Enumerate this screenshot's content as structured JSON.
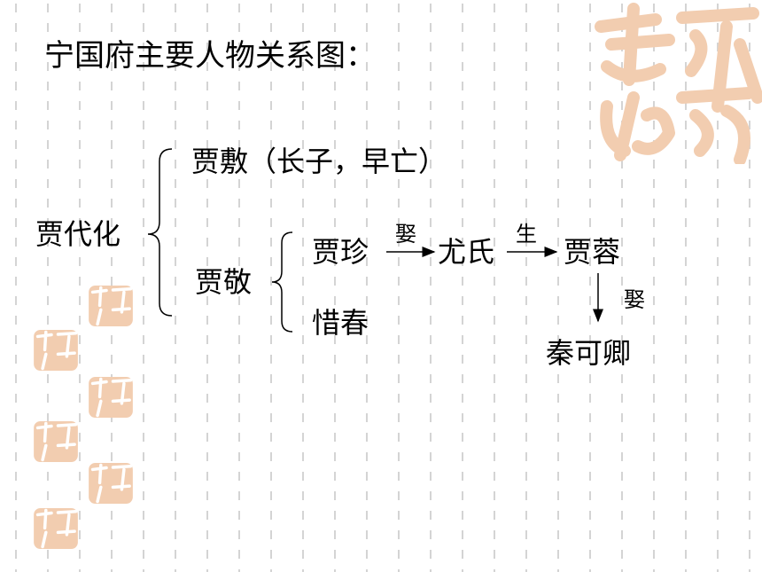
{
  "title": "宁国府主要人物关系图：",
  "nodes": {
    "jia_daihua": "贾代化",
    "jia_fu": "贾敷（长子，早亡）",
    "jia_jing": "贾敬",
    "jia_zhen": "贾珍",
    "xi_chun": "惜春",
    "you_shi": "尤氏",
    "jia_rong": "贾蓉",
    "qin_keqing": "秦可卿"
  },
  "relations": {
    "zhen_you": "娶",
    "you_rong": "生",
    "rong_qin": "娶"
  },
  "colors": {
    "seal": "#f2cdb0",
    "stripe": "#d4d4d4",
    "text": "#000000"
  }
}
